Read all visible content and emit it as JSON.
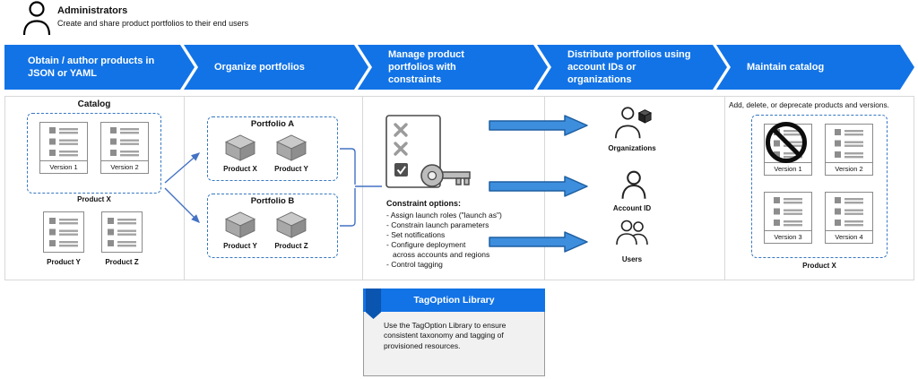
{
  "admin": {
    "title": "Administrators",
    "subtitle": "Create and share product portfolios to their end users"
  },
  "stages": [
    {
      "label": "Obtain / author products in JSON or YAML"
    },
    {
      "label": "Organize portfolios"
    },
    {
      "label": "Manage product portfolios with constraints"
    },
    {
      "label": "Distribute portfolios using account IDs or organizations"
    },
    {
      "label": "Maintain catalog"
    }
  ],
  "catalog": {
    "title": "Catalog",
    "versions": [
      "Version 1",
      "Version 2"
    ],
    "product_x_label": "Product X",
    "product_y_label": "Product Y",
    "product_z_label": "Product Z"
  },
  "portfolios": [
    {
      "title": "Portfolio A",
      "products": [
        "Product X",
        "Product Y"
      ]
    },
    {
      "title": "Portfolio B",
      "products": [
        "Product Y",
        "Product Z"
      ]
    }
  ],
  "constraints": {
    "heading": "Constraint options:",
    "lines": [
      "- Assign launch roles (\"launch as\")",
      "- Constrain launch parameters",
      "- Set notifications",
      "- Configure deployment",
      "across accounts and regions",
      "- Control tagging"
    ]
  },
  "distribution": {
    "targets": [
      "Organizations",
      "Account ID",
      "Users"
    ]
  },
  "maintain": {
    "note": "Add, delete, or deprecate products and versions.",
    "versions": [
      "Version 1",
      "Version 2",
      "Version 3",
      "Version 4"
    ],
    "product_label": "Product X"
  },
  "tagoption": {
    "title": "TagOption Library",
    "body": "Use the TagOption Library to ensure consistent taxonomy and tagging of provisioned resources."
  },
  "colors": {
    "banner_blue": "#1273E6",
    "arrow_blue": "#3E8EDE",
    "dash_blue": "#3778C2"
  }
}
